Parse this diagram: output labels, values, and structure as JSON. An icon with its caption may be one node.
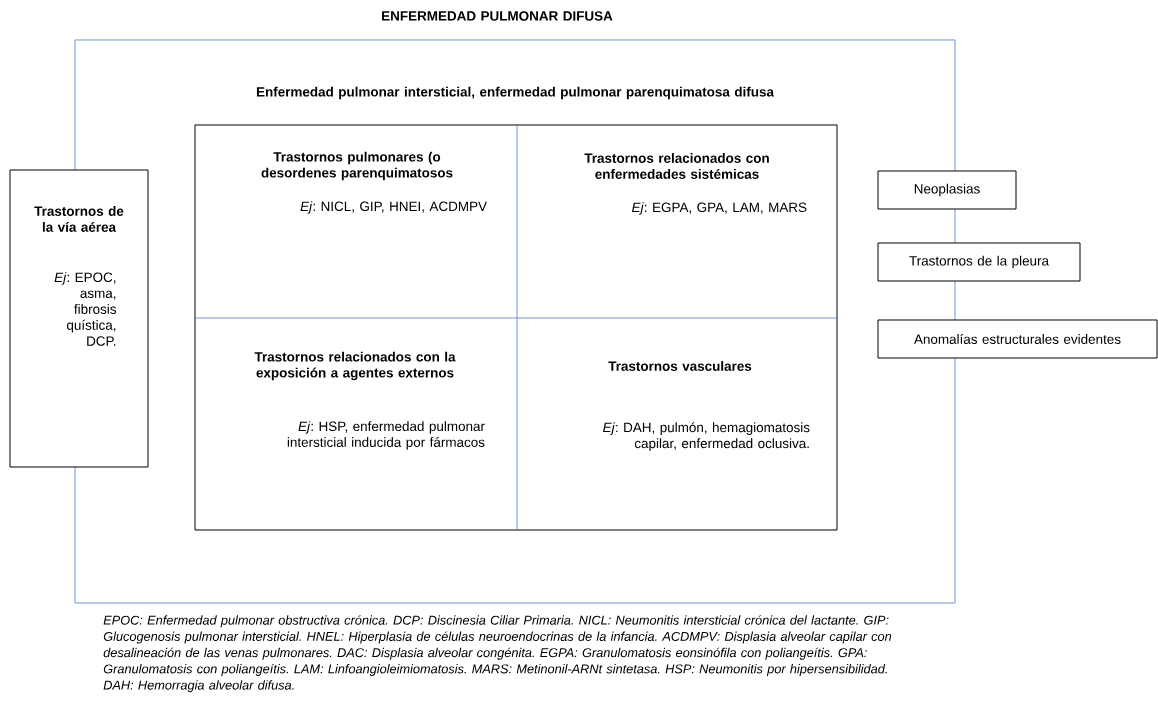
{
  "diagram": {
    "nodes": [
      {
        "text": [
          "ENFERMEDAD PULMONAR DIFUSA"
        ]
      },
      {
        "text": [
          "Enfermedad pulmonar intersticial, enfermedad pulmonar parenquimatosa difusa"
        ],
        "in": 0
      },
      {
        "text": [
          "Trastornos pulmonares (o desordenes parenquimatosos",
          "*Ej*: NICL, GIP, HNEI, ACDMPV"
        ],
        "in": 1
      },
      {
        "text": [
          "Trastornos relacionados con enfermedades sistémicas",
          "*Ej*: EGPA, GPA, LAM, MARS"
        ],
        "in": 1
      },
      {
        "text": [
          "Trastornos relacionados con la exposición a agentes externos",
          "*Ej*: HSP, enfermedad pulmonar intersticial inducida por fármacos"
        ],
        "in": 1
      },
      {
        "text": [
          "Trastornos vasculares",
          "*Ej*: DAH, pulmón, hemagiomatosis capilar, enfermedad oclusiva."
        ],
        "in": 1
      },
      {
        "text": [
          "Trastornos de la vía aérea",
          "*Ej*: EPOC, asma, fibrosis quística, DCP."
        ]
      },
      {
        "text": [
          "Neoplasias"
        ]
      },
      {
        "text": [
          "Trastornos de la pleura"
        ]
      },
      {
        "text": [
          "Anomalías estructurales evidentes"
        ]
      }
    ],
    "caption": "EPOC: Enfermedad pulmonar obstructiva crónica. DCP: Discinesia Ciliar Primaria. NICL: Neumonitis intersticial crónica del lactante. GIP: Glucogenosis pulmonar intersticial. HNEL: Hiperplasia de células neuroendocrinas de la infancia. ACDMPV: Displasia alveolar capilar con desalineación de las venas pulmonares. DAC: Displasia alveolar congénita. EGPA: Granulomatosis eonsinófila con poliangeítis. GPA: Granulomatosis con poliangeítis. LAM: Linfoangioleimiomatosis. MARS: Metinonil-ARNt sintetasa. HSP: Neumonitis por hipersensibilidad. DAH: Hemorragia alveolar difusa."
  }
}
